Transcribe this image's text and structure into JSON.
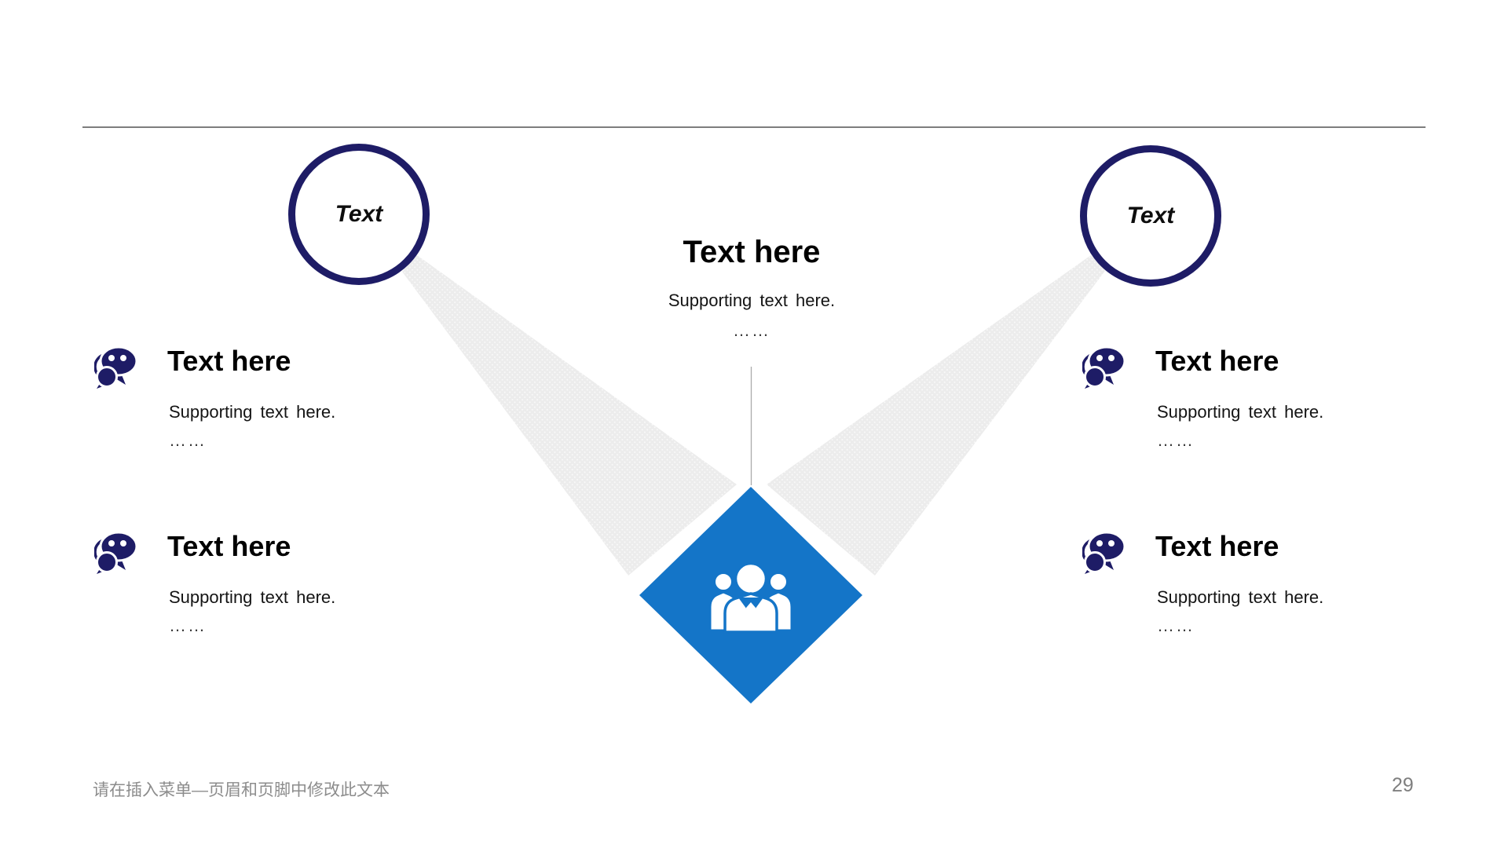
{
  "page": {
    "footer_note": "请在插入菜单—页眉和页脚中修改此文本",
    "page_number": "29"
  },
  "left_circle": {
    "label": "Text"
  },
  "right_circle": {
    "label": "Text"
  },
  "center_block": {
    "title": "Text here",
    "supporting": "Supporting text here.",
    "ellipsis": "……"
  },
  "features": [
    {
      "id": "left-top",
      "title": "Text here",
      "supporting": "Supporting text here.",
      "ellipsis": "……"
    },
    {
      "id": "left-bottom",
      "title": "Text here",
      "supporting": "Supporting text here.",
      "ellipsis": "……"
    },
    {
      "id": "right-top",
      "title": "Text here",
      "supporting": "Supporting text here.",
      "ellipsis": "……"
    },
    {
      "id": "right-bottom",
      "title": "Text here",
      "supporting": "Supporting text here.",
      "ellipsis": "……"
    }
  ],
  "icons": {
    "feature_icon": "chat-bubbles-icon",
    "diamond_icon": "team-people-icon"
  },
  "colors": {
    "navy": "#1E1C66",
    "blue": "#1475C8",
    "beam_gray": "#ECECEC",
    "divider_gray": "#7D7D7D",
    "footer_gray": "#8C8C8C"
  }
}
